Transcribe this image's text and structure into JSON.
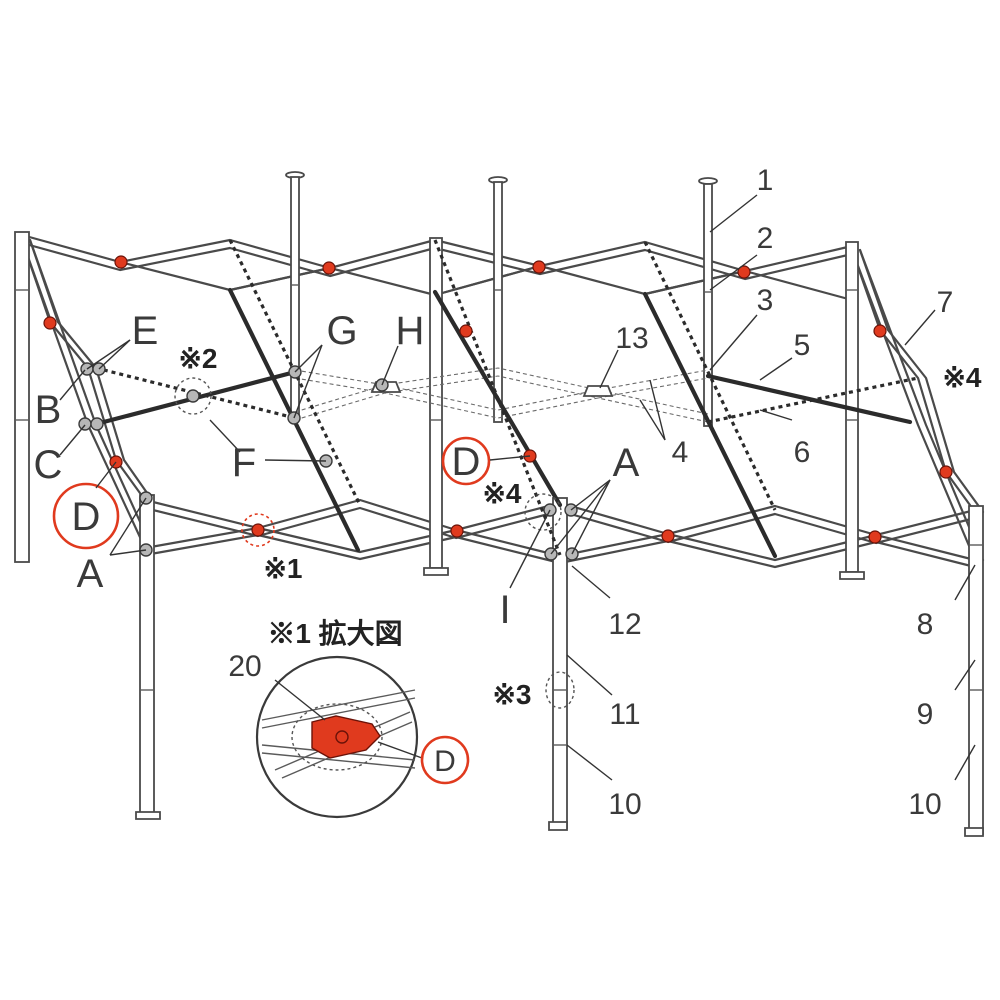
{
  "labels": {
    "n1": "1",
    "n2": "2",
    "n3": "3",
    "n4": "4",
    "n5": "5",
    "n6": "6",
    "n7": "7",
    "n8": "8",
    "n9": "9",
    "n10": "10",
    "n11": "11",
    "n12": "12",
    "n13": "13",
    "n20": "20",
    "A": "A",
    "B": "B",
    "C": "C",
    "D": "D",
    "E": "E",
    "F": "F",
    "G": "G",
    "H": "H",
    "I": "I"
  },
  "marks": {
    "m1": "※1",
    "m2": "※2",
    "m3": "※3",
    "m4": "※4"
  },
  "inset": {
    "title": "※1 拡大図"
  },
  "colors": {
    "accent_red": "#e03a1e",
    "joint_grey": "#b7b7b7",
    "frame": "#4a4a4a"
  }
}
